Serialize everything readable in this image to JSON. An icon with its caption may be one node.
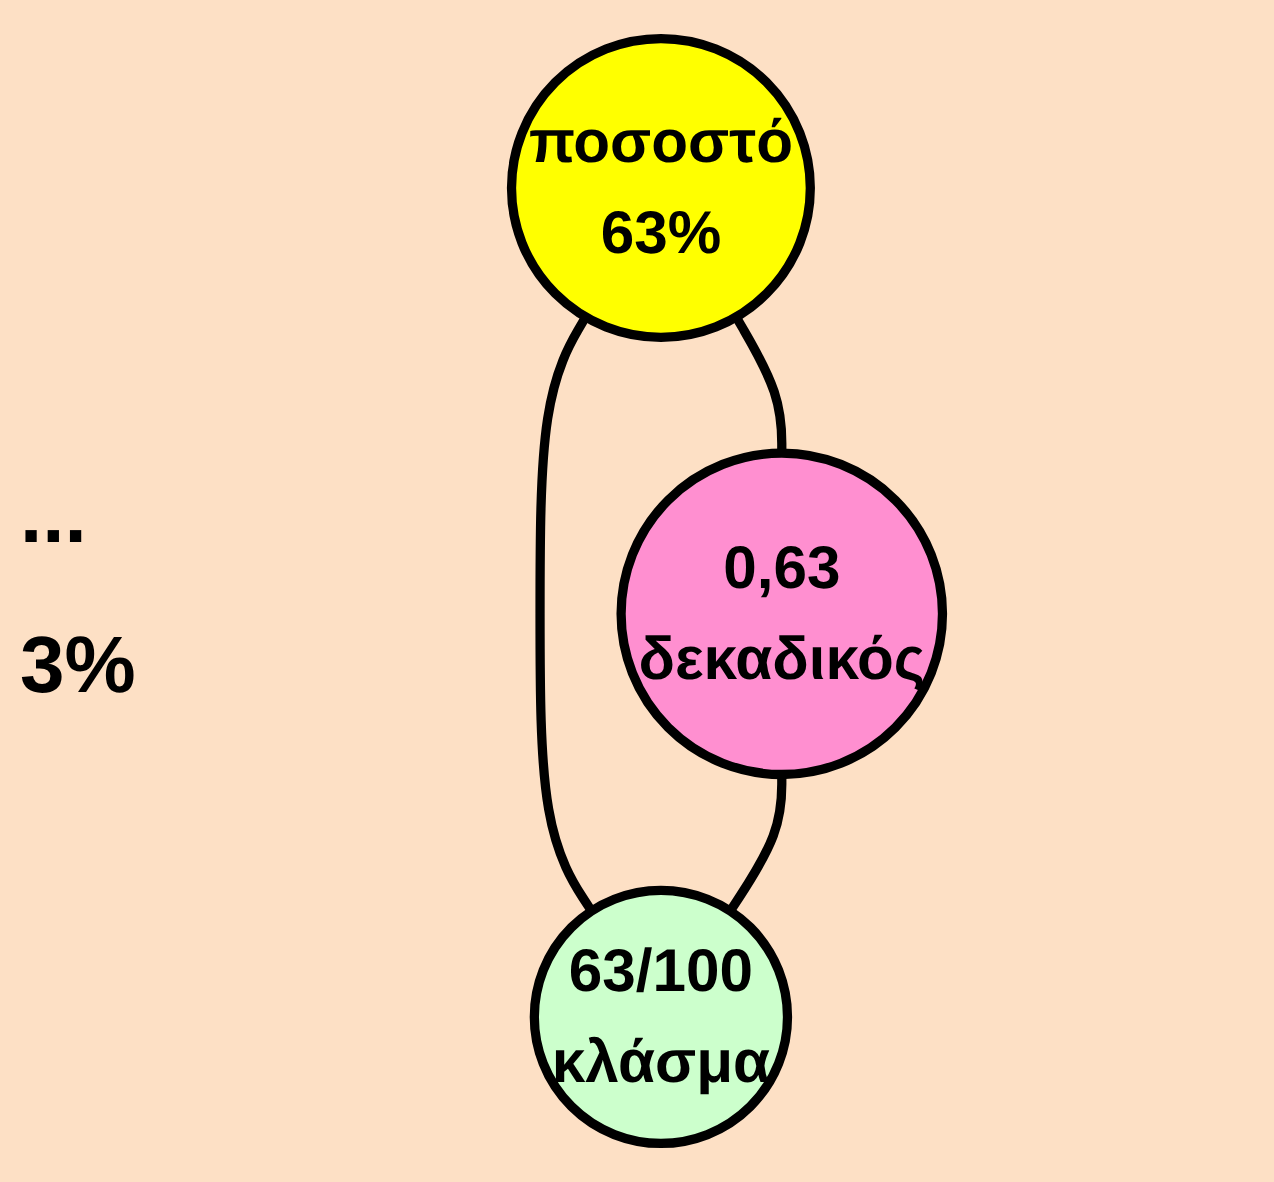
{
  "diagram": {
    "nodes": [
      {
        "text": [
          "ποσοστό",
          "63%"
        ]
      },
      {
        "text": [
          "0,63",
          "δεκαδικός"
        ]
      },
      {
        "text": [
          "63/100",
          "κλάσμα"
        ]
      }
    ],
    "edges": [
      {
        "from": 0,
        "to": 1,
        "arrow": "none"
      },
      {
        "from": 0,
        "to": 2,
        "arrow": "none"
      },
      {
        "from": 1,
        "to": 2,
        "arrow": "none"
      }
    ],
    "labels": [
      "...",
      "3%"
    ]
  }
}
